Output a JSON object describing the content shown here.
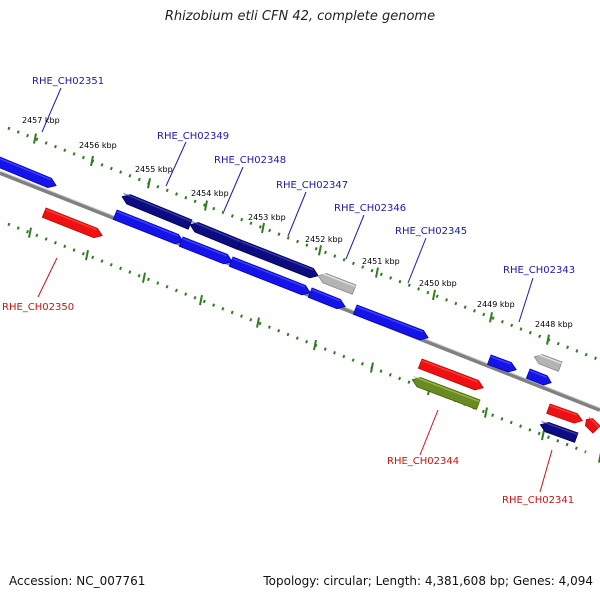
{
  "title": "Rhizobium etli CFN 42, complete genome",
  "footer": {
    "accession": "Accession: NC_007761",
    "summary": "Topology: circular; Length: 4,381,608 bp; Genes: 4,094"
  },
  "colors": {
    "backbone": "#808080",
    "ticks": "#2e7d1e",
    "forward_label": "#1a1aaa",
    "reverse_label": "#cc1111",
    "blue": "#1414e8",
    "navy": "#0c0c80",
    "gray": "#b4b4b4",
    "red": "#ee1111",
    "olive": "#6a8a22"
  },
  "tick_labels": [
    "2457 kbp",
    "2456 kbp",
    "2455 kbp",
    "2454 kbp",
    "2453 kbp",
    "2452 kbp",
    "2451 kbp",
    "2450 kbp",
    "2449 kbp",
    "2448 kbp"
  ],
  "gene_labels": {
    "RHE_CH02351": "RHE_CH02351",
    "RHE_CH02349": "RHE_CH02349",
    "RHE_CH02348": "RHE_CH02348",
    "RHE_CH02347": "RHE_CH02347",
    "RHE_CH02346": "RHE_CH02346",
    "RHE_CH02345": "RHE_CH02345",
    "RHE_CH02343": "RHE_CH02343",
    "RHE_CH02350": "RHE_CH02350",
    "RHE_CH02344": "RHE_CH02344",
    "RHE_CH02341": "RHE_CH02341"
  }
}
